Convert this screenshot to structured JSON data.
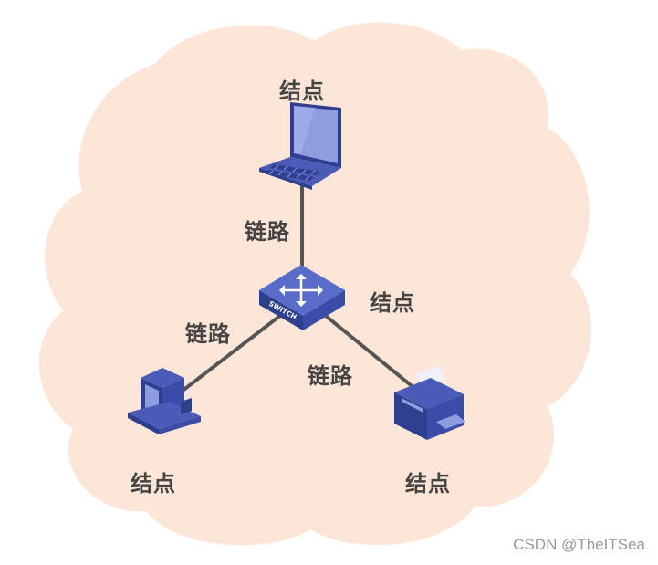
{
  "diagram": {
    "colors": {
      "cloud": "#fde6d7",
      "link_line": "#555555",
      "device_dark": "#2e3f8f",
      "device_mid": "#4a5bb8",
      "device_light": "#8d9de0",
      "label_text": "#444444"
    },
    "nodes": [
      {
        "id": "laptop",
        "icon": "laptop-icon",
        "label": "结点"
      },
      {
        "id": "switch",
        "icon": "switch-icon",
        "label": "结点",
        "device_text": "SWITCH"
      },
      {
        "id": "desktop",
        "icon": "desktop-computer-icon",
        "label": "结点"
      },
      {
        "id": "printer",
        "icon": "printer-icon",
        "label": "结点"
      }
    ],
    "links": [
      {
        "from": "switch",
        "to": "laptop",
        "label": "链路"
      },
      {
        "from": "switch",
        "to": "desktop",
        "label": "链路"
      },
      {
        "from": "switch",
        "to": "printer",
        "label": "链路"
      }
    ]
  },
  "watermark": "CSDN @TheITSea"
}
